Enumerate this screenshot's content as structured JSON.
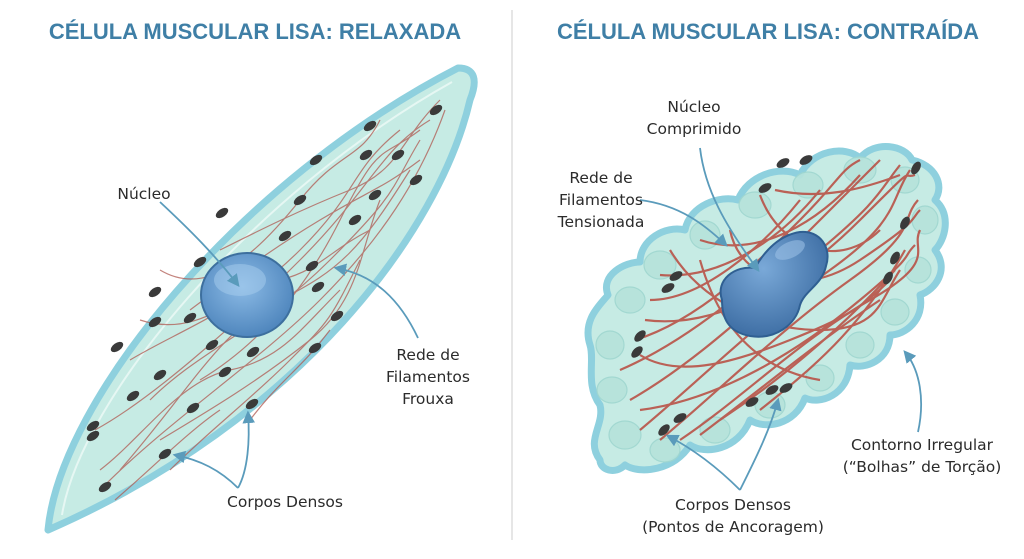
{
  "left_panel": {
    "title": "CÉLULA MUSCULAR LISA: RELAXADA",
    "labels": {
      "nucleus": "Núcleo",
      "network_l1": "Rede de",
      "network_l2": "Filamentos",
      "network_l3": "Frouxa",
      "dense_bodies": "Corpos Densos"
    }
  },
  "right_panel": {
    "title": "CÉLULA MUSCULAR LISA: CONTRAÍDA",
    "labels": {
      "nucleus_l1": "Núcleo",
      "nucleus_l2": "Comprimido",
      "network_l1": "Rede de",
      "network_l2": "Filamentos",
      "network_l3": "Tensionada",
      "dense_l1": "Corpos Densos",
      "dense_l2": "(Pontos de Ancoragem)",
      "outline_l1": "Contorno Irregular",
      "outline_l2": "(“Bolhas” de Torção)"
    }
  },
  "colors": {
    "title": "#3f7fa6",
    "cytoplasm": "#c6ebe4",
    "membrane": "#8ed0de",
    "nucleus": "#5b93c9",
    "filament": "#b05a52",
    "dense_body": "#3a3a3a",
    "arrow": "#5a9bbb"
  }
}
